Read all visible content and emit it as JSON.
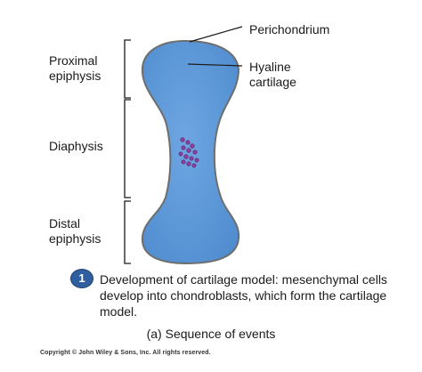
{
  "labels": {
    "perichondrium": "Perichondrium",
    "hyaline_line1": "Hyaline",
    "hyaline_line2": "cartilage",
    "proximal_line1": "Proximal",
    "proximal_line2": "epiphysis",
    "diaphysis": "Diaphysis",
    "distal_line1": "Distal",
    "distal_line2": "epiphysis"
  },
  "step": {
    "number": "1",
    "text": "Development of cartilage model: mesenchymal cells develop into chondroblasts, which form the cartilage model."
  },
  "caption": "(a) Sequence of events",
  "copyright": "Copyright © John Wiley & Sons, Inc. All rights reserved.",
  "colors": {
    "cartilage_fill": "#5b97d8",
    "perichondrium_outline": "#6e6e6e",
    "cells": "#8e3f9e",
    "step_badge": "#2f5f9e"
  }
}
